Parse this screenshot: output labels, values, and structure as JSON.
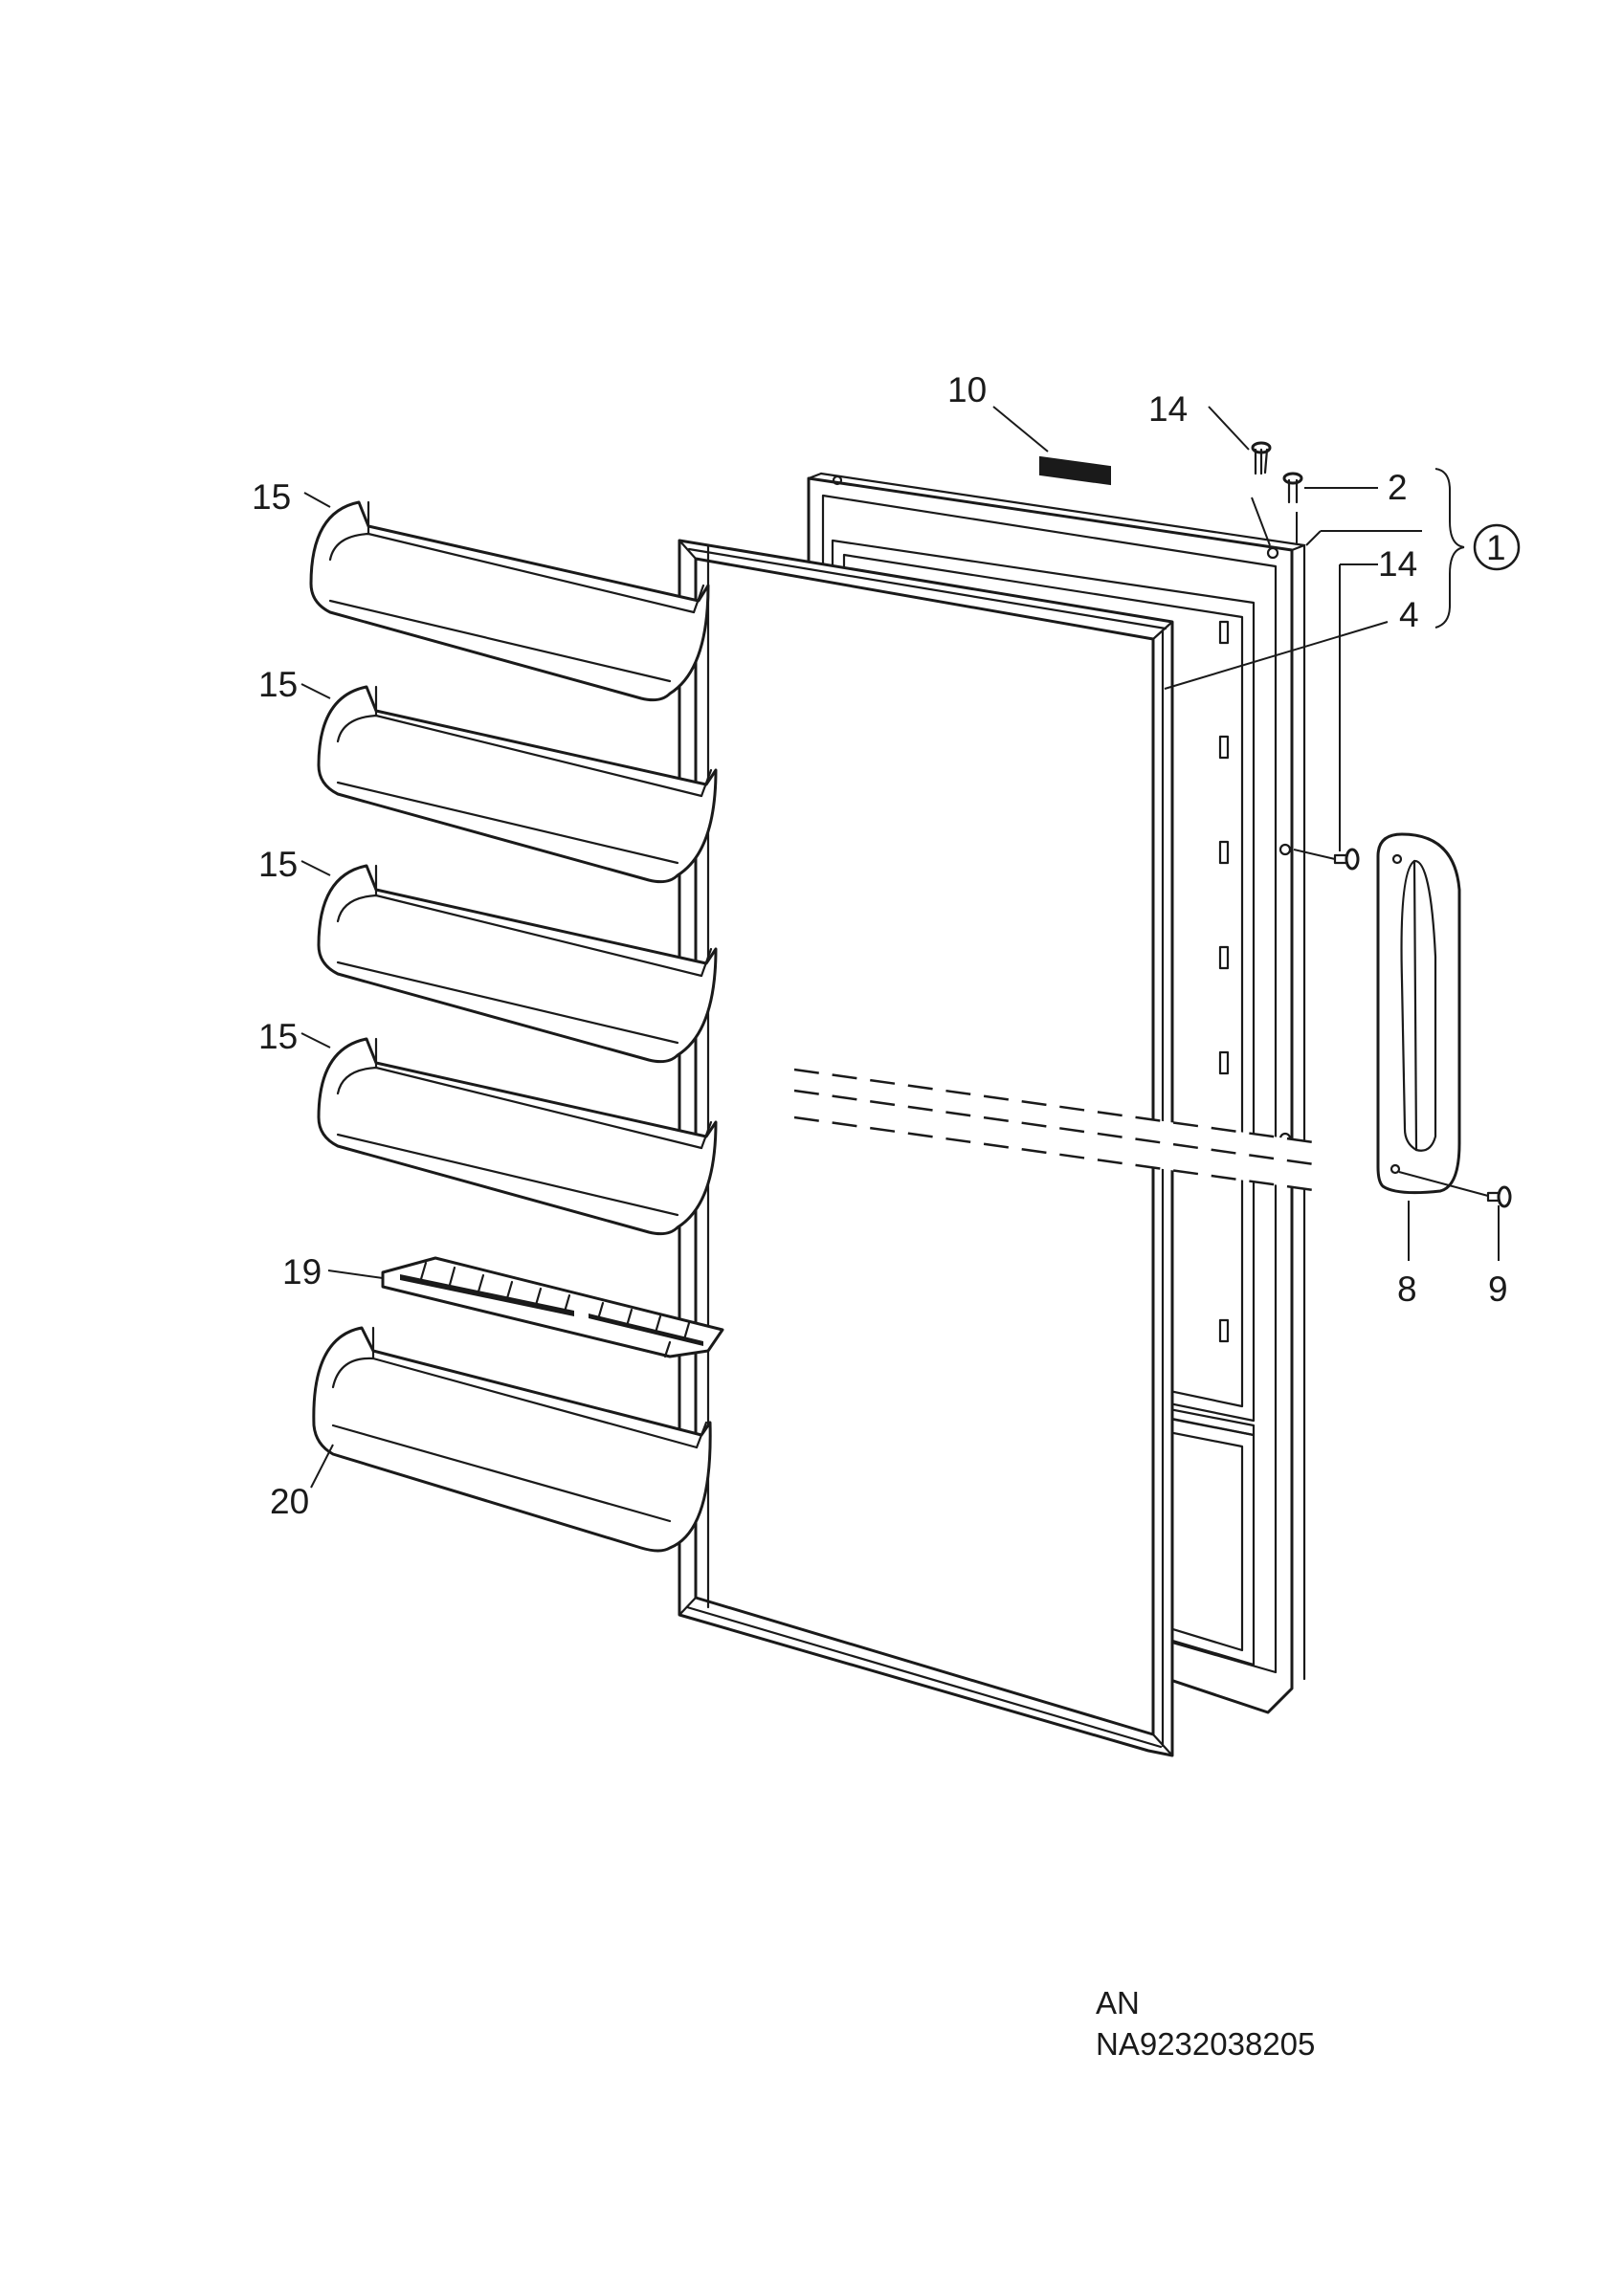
{
  "callouts": {
    "c10": "10",
    "c14_top": "14",
    "c2": "2",
    "c1": "1",
    "c14_right": "14",
    "c4": "4",
    "c15_a": "15",
    "c15_b": "15",
    "c15_c": "15",
    "c15_d": "15",
    "c19": "19",
    "c20": "20",
    "c8": "8",
    "c9": "9"
  },
  "footer": {
    "code_line1": "AN",
    "code_line2": "NA9232038205"
  }
}
